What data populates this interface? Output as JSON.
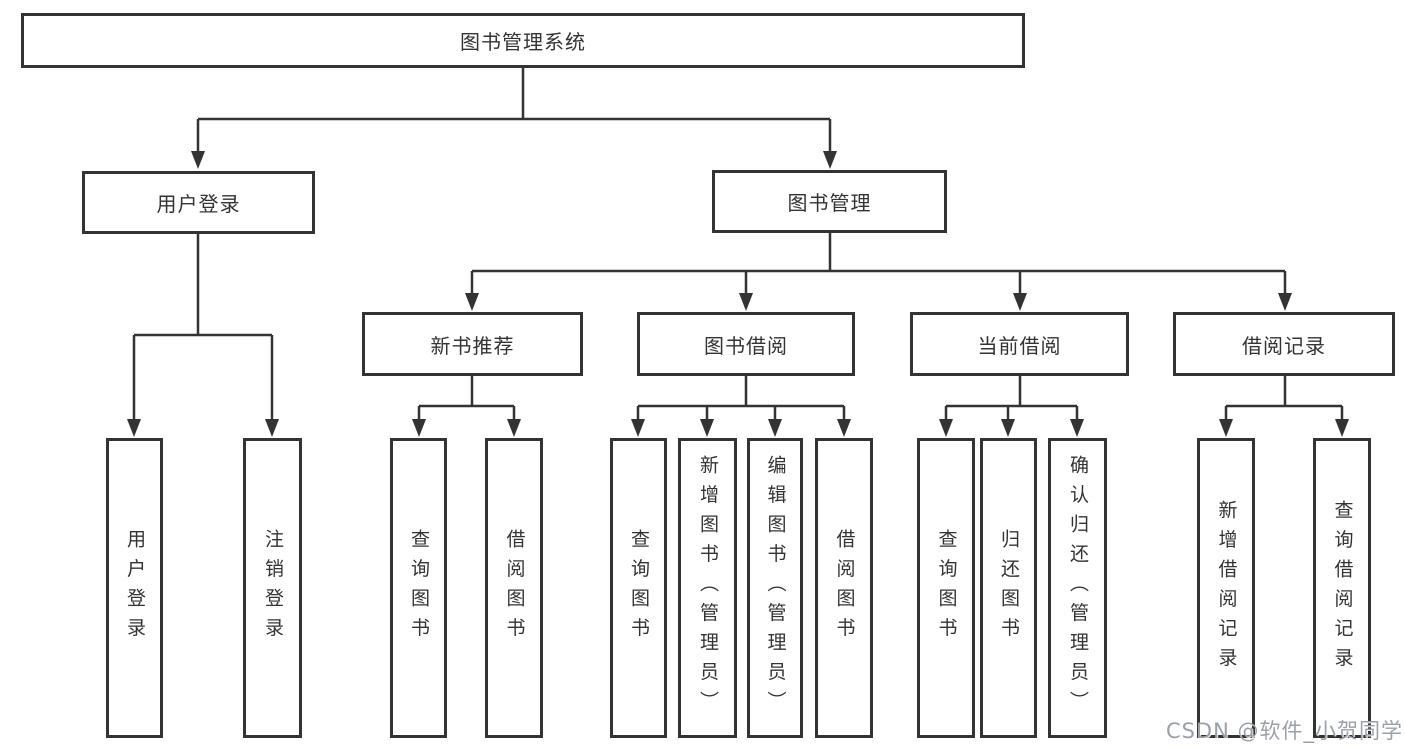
{
  "tree": {
    "label": "图书管理系统",
    "children": [
      {
        "label": "用户登录",
        "children": [
          {
            "label": "用户登录"
          },
          {
            "label": "注销登录"
          }
        ]
      },
      {
        "label": "图书管理",
        "children": [
          {
            "label": "新书推荐",
            "children": [
              {
                "label": "查询图书"
              },
              {
                "label": "借阅图书"
              }
            ]
          },
          {
            "label": "图书借阅",
            "children": [
              {
                "label": "查询图书"
              },
              {
                "label": "新增图书（管理员）"
              },
              {
                "label": "编辑图书（管理员）"
              },
              {
                "label": "借阅图书"
              }
            ]
          },
          {
            "label": "当前借阅",
            "children": [
              {
                "label": "查询图书"
              },
              {
                "label": "归还图书"
              },
              {
                "label": "确认归还（管理员）"
              }
            ]
          },
          {
            "label": "借阅记录",
            "children": [
              {
                "label": "新增借阅记录"
              },
              {
                "label": "查询借阅记录"
              }
            ]
          }
        ]
      }
    ]
  },
  "watermark": {
    "text": "CSDN @软件_小贺同学"
  },
  "colors": {
    "line": "#333333",
    "text": "#333333",
    "watermark": "#9aa0ab",
    "background": "#ffffff"
  }
}
